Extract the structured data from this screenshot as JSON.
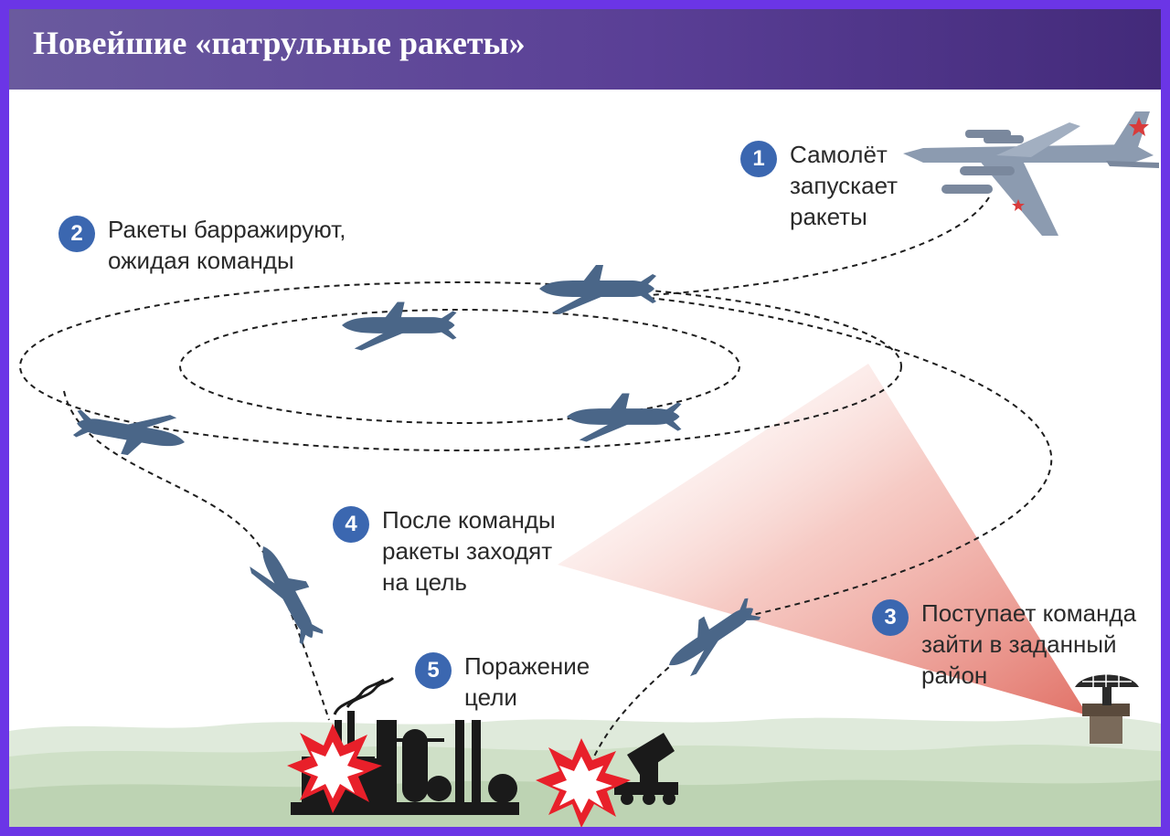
{
  "title": "Новейшие «патрульные ракеты»",
  "steps": [
    {
      "number": "1",
      "lines": [
        "Самолёт",
        "запускает",
        "ракеты"
      ]
    },
    {
      "number": "2",
      "lines": [
        "Ракеты барражируют,",
        "ожидая команды"
      ]
    },
    {
      "number": "3",
      "lines": [
        "Поступает команда",
        "зайти в заданный",
        "район"
      ]
    },
    {
      "number": "4",
      "lines": [
        "После команды",
        "ракеты заходят",
        "на цель"
      ]
    },
    {
      "number": "5",
      "lines": [
        "Поражение",
        "цели"
      ]
    }
  ],
  "colors": {
    "frame": "#6b35e6",
    "header": "#5a3f96",
    "badge": "#3b67b0",
    "missile": "#4a6688",
    "aircraft": "#8c9bb0",
    "radar_beam": "#e06b60",
    "explosion": "#e8202a",
    "ground": "#c9dcc0",
    "industry": "#1a1a1a"
  }
}
